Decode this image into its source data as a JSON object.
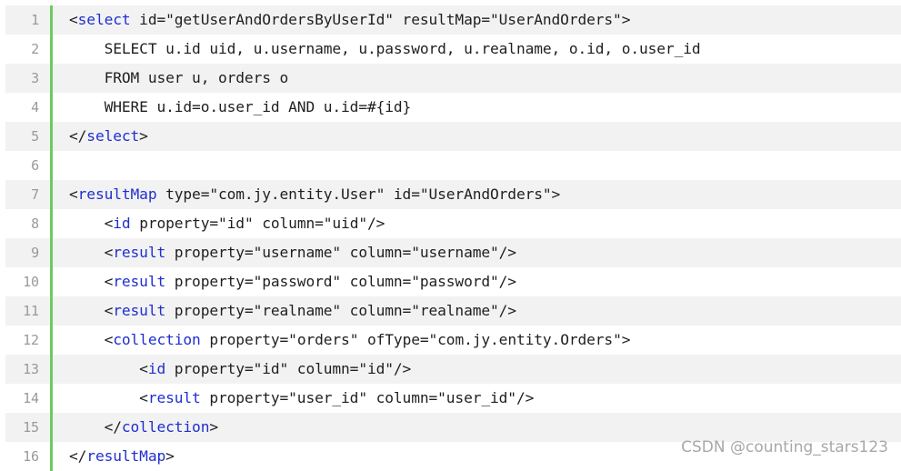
{
  "code": {
    "lines": [
      {
        "num": "1",
        "indent": "",
        "parts": [
          {
            "t": "<",
            "c": "txt"
          },
          {
            "t": "select",
            "c": "tag"
          },
          {
            "t": " id=\"getUserAndOrdersByUserId\" resultMap=\"UserAndOrders\">",
            "c": "txt"
          }
        ]
      },
      {
        "num": "2",
        "indent": "    ",
        "parts": [
          {
            "t": "SELECT u.id uid, u.username, u.password, u.realname, o.id, o.user_id",
            "c": "txt"
          }
        ]
      },
      {
        "num": "3",
        "indent": "    ",
        "parts": [
          {
            "t": "FROM user u, orders o",
            "c": "txt"
          }
        ]
      },
      {
        "num": "4",
        "indent": "    ",
        "parts": [
          {
            "t": "WHERE u.id=o.user_id AND u.id=#{id}",
            "c": "txt"
          }
        ]
      },
      {
        "num": "5",
        "indent": "",
        "parts": [
          {
            "t": "</",
            "c": "txt"
          },
          {
            "t": "select",
            "c": "tag"
          },
          {
            "t": ">",
            "c": "txt"
          }
        ]
      },
      {
        "num": "6",
        "indent": "",
        "parts": []
      },
      {
        "num": "7",
        "indent": "",
        "parts": [
          {
            "t": "<",
            "c": "txt"
          },
          {
            "t": "resultMap",
            "c": "tag"
          },
          {
            "t": " type=\"com.jy.entity.User\" id=\"UserAndOrders\">",
            "c": "txt"
          }
        ]
      },
      {
        "num": "8",
        "indent": "    ",
        "parts": [
          {
            "t": "<",
            "c": "txt"
          },
          {
            "t": "id",
            "c": "tag"
          },
          {
            "t": " property=\"id\" column=\"uid\"/>",
            "c": "txt"
          }
        ]
      },
      {
        "num": "9",
        "indent": "    ",
        "parts": [
          {
            "t": "<",
            "c": "txt"
          },
          {
            "t": "result",
            "c": "tag"
          },
          {
            "t": " property=\"username\" column=\"username\"/>",
            "c": "txt"
          }
        ]
      },
      {
        "num": "10",
        "indent": "    ",
        "parts": [
          {
            "t": "<",
            "c": "txt"
          },
          {
            "t": "result",
            "c": "tag"
          },
          {
            "t": " property=\"password\" column=\"password\"/>",
            "c": "txt"
          }
        ]
      },
      {
        "num": "11",
        "indent": "    ",
        "parts": [
          {
            "t": "<",
            "c": "txt"
          },
          {
            "t": "result",
            "c": "tag"
          },
          {
            "t": " property=\"realname\" column=\"realname\"/>",
            "c": "txt"
          }
        ]
      },
      {
        "num": "12",
        "indent": "    ",
        "parts": [
          {
            "t": "<",
            "c": "txt"
          },
          {
            "t": "collection",
            "c": "tag"
          },
          {
            "t": " property=\"orders\" ofType=\"com.jy.entity.Orders\">",
            "c": "txt"
          }
        ]
      },
      {
        "num": "13",
        "indent": "        ",
        "parts": [
          {
            "t": "<",
            "c": "txt"
          },
          {
            "t": "id",
            "c": "tag"
          },
          {
            "t": " property=\"id\" column=\"id\"/>",
            "c": "txt"
          }
        ]
      },
      {
        "num": "14",
        "indent": "        ",
        "parts": [
          {
            "t": "<",
            "c": "txt"
          },
          {
            "t": "result",
            "c": "tag"
          },
          {
            "t": " property=\"user_id\" column=\"user_id\"/>",
            "c": "txt"
          }
        ]
      },
      {
        "num": "15",
        "indent": "    ",
        "parts": [
          {
            "t": "</",
            "c": "txt"
          },
          {
            "t": "collection",
            "c": "tag"
          },
          {
            "t": ">",
            "c": "txt"
          }
        ]
      },
      {
        "num": "16",
        "indent": "",
        "parts": [
          {
            "t": "</",
            "c": "txt"
          },
          {
            "t": "resultMap",
            "c": "tag"
          },
          {
            "t": ">",
            "c": "txt"
          }
        ]
      }
    ]
  },
  "watermark": "CSDN @counting_stars123",
  "colors": {
    "tag": "#1f2fd0",
    "text": "#1f1f1f",
    "gutter_border": "#6ccb5f",
    "line_number": "#9a9a9a",
    "stripe": "#f2f2f2"
  }
}
